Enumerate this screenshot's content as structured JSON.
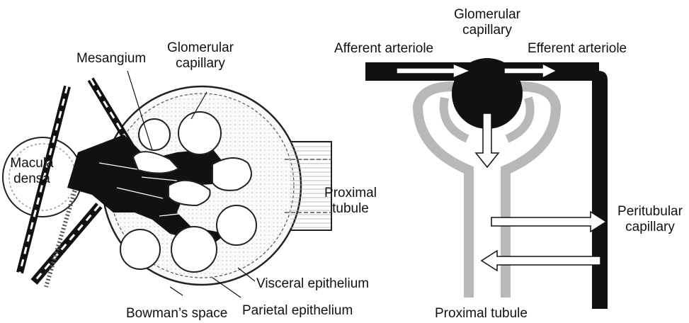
{
  "left_panel": {
    "labels": {
      "mesangium": "Mesangium",
      "glomerular_capillary_line1": "Glomerular",
      "glomerular_capillary_line2": "capillary",
      "macula_densa_line1": "Macula",
      "macula_densa_line2": "densa",
      "proximal_tubule_line1": "Proximal",
      "proximal_tubule_line2": "tubule",
      "visceral_epithelium": "Visceral epithelium",
      "parietal_epithelium": "Parietal epithelium",
      "bowmans_space": "Bowman’s space"
    }
  },
  "right_panel": {
    "labels": {
      "glomerular_capillary_line1": "Glomerular",
      "glomerular_capillary_line2": "capillary",
      "afferent_arteriole": "Afferent arteriole",
      "efferent_arteriole": "Efferent arteriole",
      "peritubular_capillary_line1": "Peritubular",
      "peritubular_capillary_line2": "capillary",
      "proximal_tubule": "Proximal tubule"
    }
  },
  "colors": {
    "vessel": "#111111",
    "tubule": "#b8b8b8",
    "text": "#111111"
  }
}
